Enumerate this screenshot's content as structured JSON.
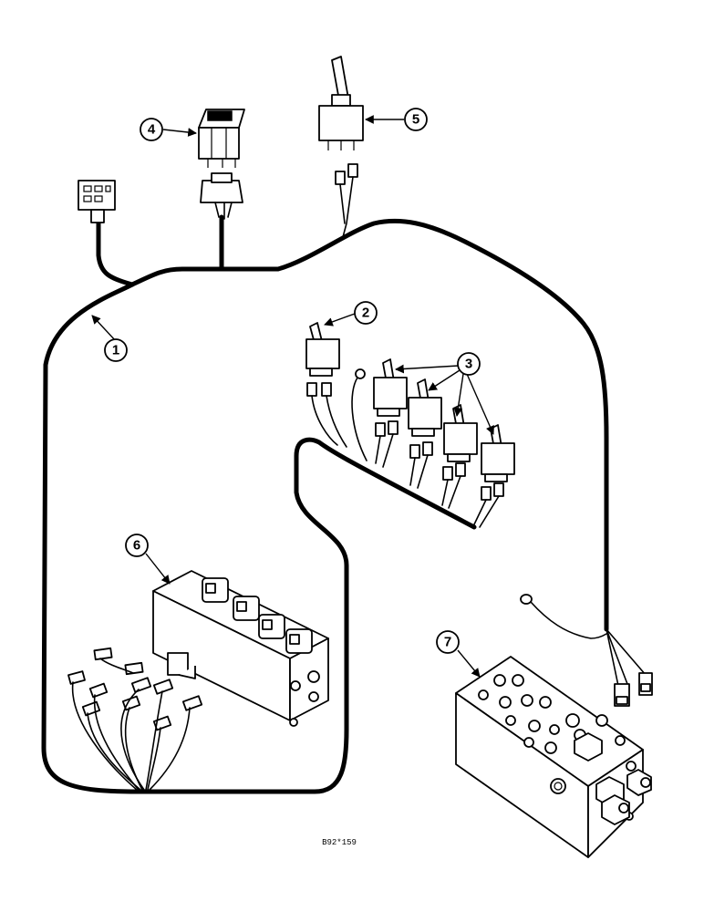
{
  "figure_code": "B92*159",
  "callouts": [
    {
      "id": "1",
      "label": "1"
    },
    {
      "id": "2",
      "label": "2"
    },
    {
      "id": "3",
      "label": "3"
    },
    {
      "id": "4",
      "label": "4"
    },
    {
      "id": "5",
      "label": "5"
    },
    {
      "id": "6",
      "label": "6"
    },
    {
      "id": "7",
      "label": "7"
    }
  ]
}
